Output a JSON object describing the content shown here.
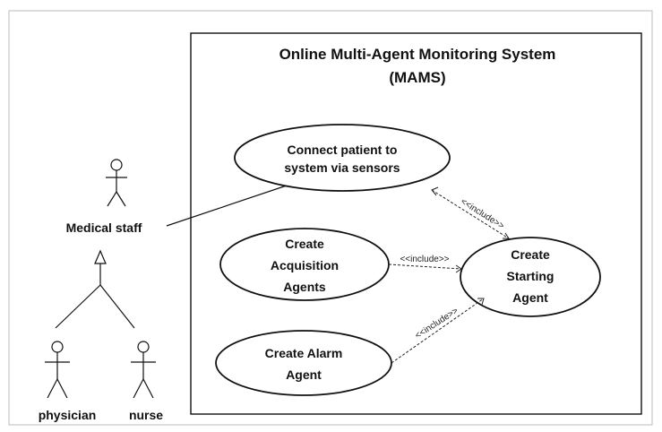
{
  "system": {
    "title_line1": "Online Multi-Agent Monitoring System",
    "title_line2": "(MAMS)"
  },
  "actors": {
    "medical_staff": "Medical staff",
    "physician": "physician",
    "nurse": "nurse"
  },
  "use_cases": {
    "connect": {
      "line1": "Connect patient to",
      "line2": "system via sensors"
    },
    "acquisition": {
      "line1": "Create",
      "line2": "Acquisition",
      "line3": "Agents"
    },
    "alarm": {
      "line1": "Create Alarm",
      "line2": "Agent"
    },
    "starting": {
      "line1": "Create",
      "line2": "Starting",
      "line3": "Agent"
    }
  },
  "relations": {
    "include_label": "<<include>>"
  }
}
